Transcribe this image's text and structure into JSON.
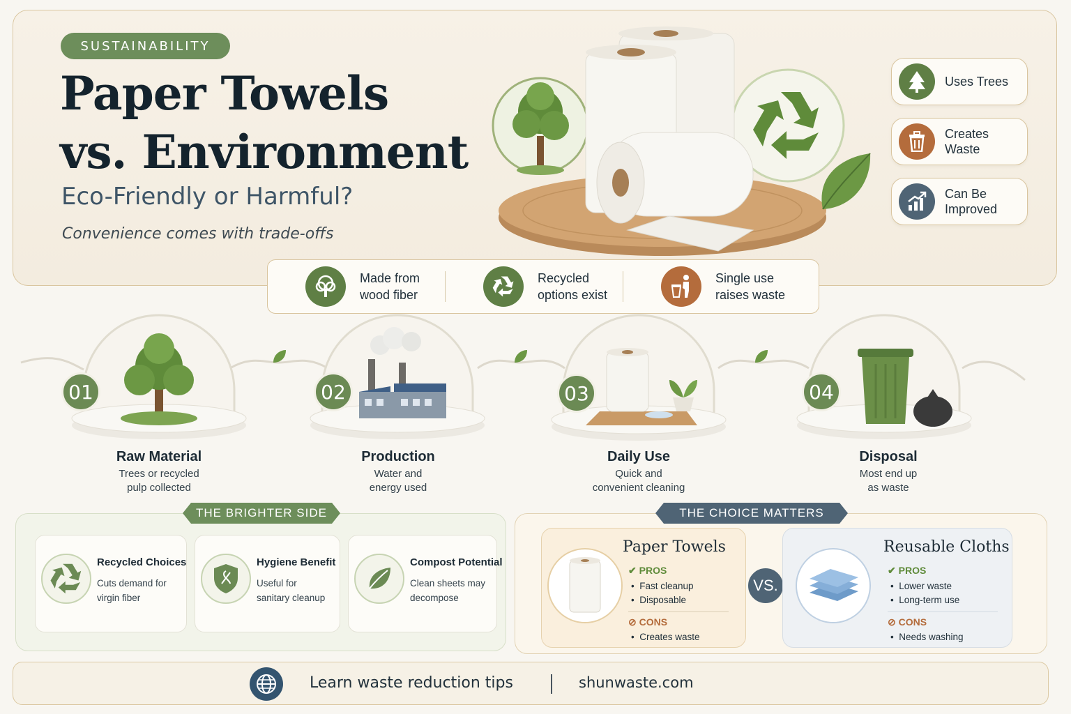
{
  "hero": {
    "badge": "SUSTAINABILITY",
    "title_line1": "Paper Towels",
    "title_line2": "vs. Environment",
    "subtitle": "Eco-Friendly or Harmful?",
    "tagline": "Convenience comes with trade-offs"
  },
  "side_cards": [
    {
      "label": "Uses Trees",
      "icon": "tree-icon",
      "color": "#5f7f45"
    },
    {
      "label_line1": "Creates",
      "label_line2": "Waste",
      "icon": "trash-icon",
      "color": "#b46c3c"
    },
    {
      "label_line1": "Can Be",
      "label_line2": "Improved",
      "icon": "growth-chart-icon",
      "color": "#4f6475"
    }
  ],
  "facts": [
    {
      "line1": "Made from",
      "line2": "wood fiber",
      "icon": "tree-icon",
      "color": "#5f7f45"
    },
    {
      "line1": "Recycled",
      "line2": "options exist",
      "icon": "recycle-icon",
      "color": "#5f7f45"
    },
    {
      "line1": "Single use",
      "line2": "raises waste",
      "icon": "person-trash-icon",
      "color": "#b46c3c"
    }
  ],
  "stages": [
    {
      "num": "01",
      "title": "Raw Material",
      "desc1": "Trees or recycled",
      "desc2": "pulp collected",
      "icon": "tree-icon"
    },
    {
      "num": "02",
      "title": "Production",
      "desc1": "Water and",
      "desc2": "energy used",
      "icon": "factory-icon"
    },
    {
      "num": "03",
      "title": "Daily Use",
      "desc1": "Quick and",
      "desc2": "convenient cleaning",
      "icon": "paper-roll-icon"
    },
    {
      "num": "04",
      "title": "Disposal",
      "desc1": "Most end up",
      "desc2": "as waste",
      "icon": "trash-bin-icon"
    }
  ],
  "brighter": {
    "ribbon": "THE BRIGHTER SIDE",
    "cards": [
      {
        "title": "Recycled Choices",
        "desc1": "Cuts demand for",
        "desc2": "virgin fiber",
        "icon": "recycle-icon"
      },
      {
        "title": "Hygiene Benefit",
        "desc1": "Useful for",
        "desc2": "sanitary cleanup",
        "icon": "shield-icon"
      },
      {
        "title": "Compost Potential",
        "desc1": "Clean sheets may",
        "desc2": "decompose",
        "icon": "leaf-icon"
      }
    ]
  },
  "choice": {
    "ribbon": "THE CHOICE MATTERS",
    "vs": "VS.",
    "paper": {
      "title": "Paper Towels",
      "pros_label": "PROS",
      "pros": [
        "Fast cleanup",
        "Disposable"
      ],
      "cons_label": "CONS",
      "cons": [
        "Creates waste"
      ]
    },
    "cloth": {
      "title": "Reusable Cloths",
      "pros_label": "PROS",
      "pros": [
        "Lower waste",
        "Long-term use"
      ],
      "cons_label": "CONS",
      "cons": [
        "Needs washing"
      ]
    }
  },
  "footer": {
    "text": "Learn waste reduction tips",
    "url": "shunwaste.com",
    "icon": "globe-icon"
  },
  "colors": {
    "green": "#6b8a54",
    "brown": "#b46c3c",
    "slate": "#4f6475",
    "ink": "#14232d"
  }
}
